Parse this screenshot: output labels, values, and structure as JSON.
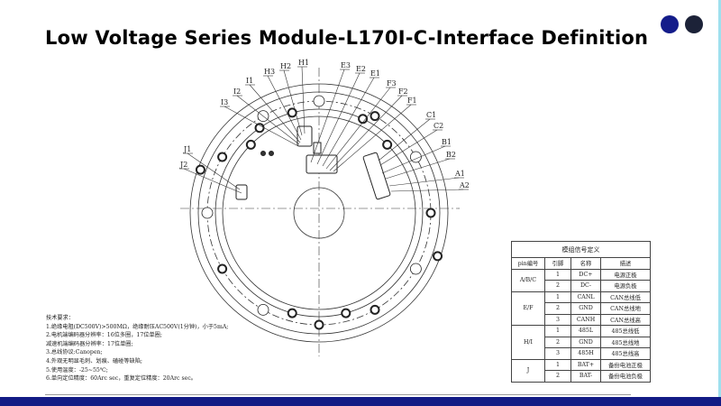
{
  "title": "Low Voltage Series Module-L170I-C-Interface Definition",
  "colors": {
    "accent_dot_1": "#141c8a",
    "accent_dot_2": "#1c2238",
    "bottom_bar": "#131b85"
  },
  "diagram": {
    "labels": {
      "H1": "H1",
      "H2": "H2",
      "H3": "H3",
      "I1": "I1",
      "I2": "I2",
      "I3": "I3",
      "J1": "J1",
      "J2": "J2",
      "E1": "E1",
      "E2": "E2",
      "E3": "E3",
      "F1": "F1",
      "F2": "F2",
      "F3": "F3",
      "C1": "C1",
      "C2": "C2",
      "B1": "B1",
      "B2": "B2",
      "A1": "A1",
      "A2": "A2"
    }
  },
  "notes": {
    "heading": "技术要求：",
    "lines": [
      "1.绝缘电阻(DC500V)>500MΩ，绝缘耐压AC500V(1分钟)，小于5mA;",
      "2.电机端编码器分辨率：16位多圈，17位单圈;",
      "减速机端编码器分辨率：17位单圈;",
      "3.总线协议:Canopen;",
      "4.外观无明显毛刺、划痕、磕碰等缺陷;",
      "5.使用温度：-25~55℃;",
      "6.单向定位精度：60Arc sec，重复定位精度：20Arc sec。"
    ]
  },
  "signal_table": {
    "caption": "模组信号定义",
    "headers": [
      "pin编号",
      "引脚",
      "名称",
      "描述"
    ],
    "groups": [
      {
        "pin": "A/B/C",
        "rows": [
          [
            "1",
            "DC+",
            "电源正极"
          ],
          [
            "2",
            "DC-",
            "电源负极"
          ]
        ]
      },
      {
        "pin": "E/F",
        "rows": [
          [
            "1",
            "CANL",
            "CAN总线低"
          ],
          [
            "2",
            "GND",
            "CAN总线地"
          ],
          [
            "3",
            "CANH",
            "CAN总线高"
          ]
        ]
      },
      {
        "pin": "H/I",
        "rows": [
          [
            "1",
            "485L",
            "485总线低"
          ],
          [
            "2",
            "GND",
            "485总线地"
          ],
          [
            "3",
            "485H",
            "485总线高"
          ]
        ]
      },
      {
        "pin": "J",
        "rows": [
          [
            "1",
            "BAT+",
            "备份电池正极"
          ],
          [
            "2",
            "BAT-",
            "备份电池负极"
          ]
        ]
      }
    ]
  }
}
